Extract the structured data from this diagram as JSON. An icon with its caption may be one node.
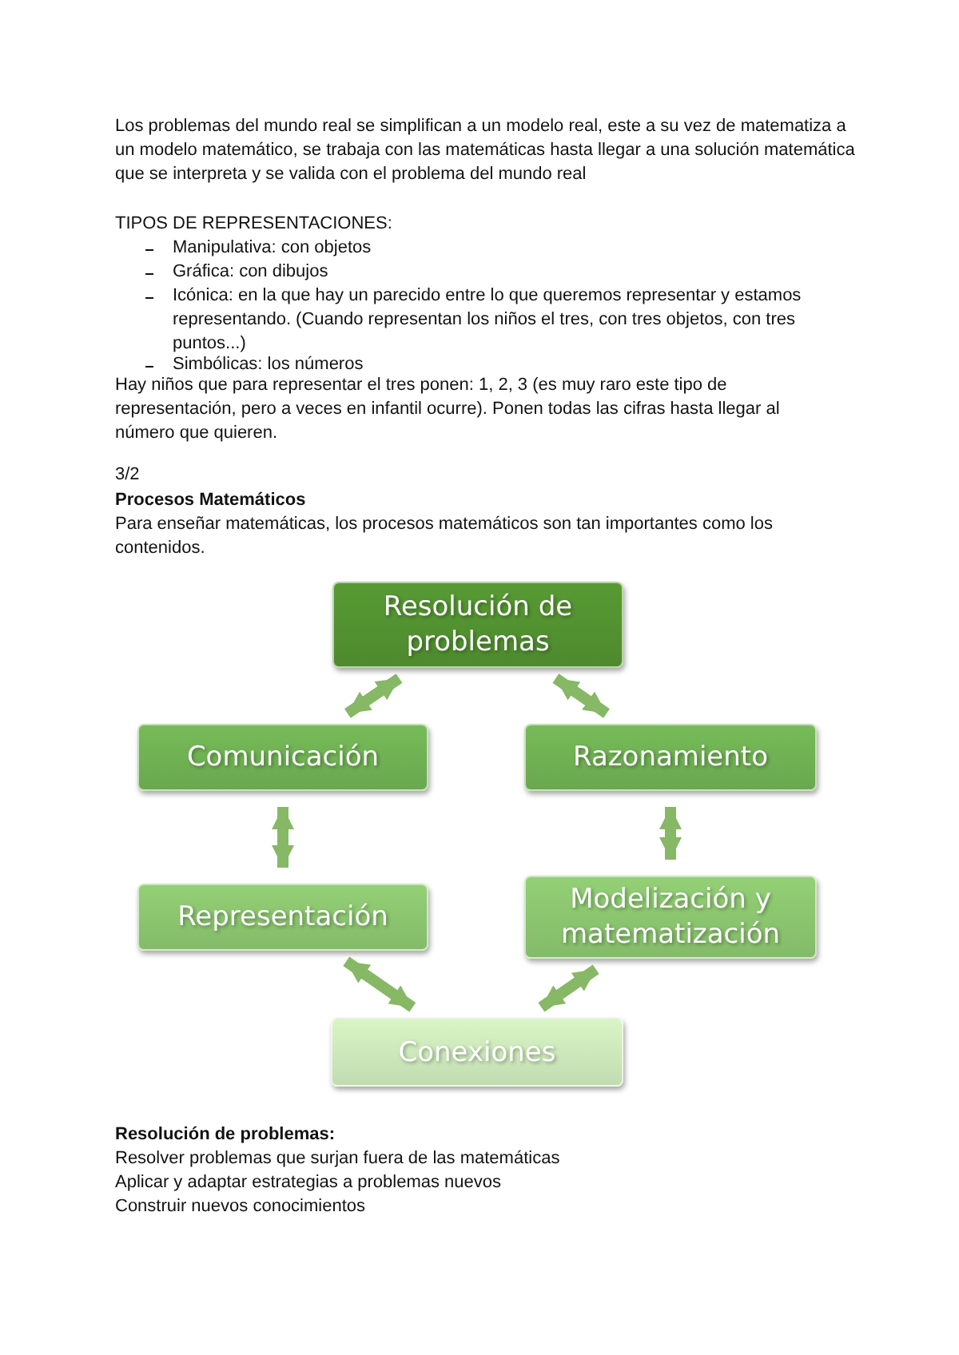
{
  "diagram": {
    "nodes": [
      {
        "text": [
          "Resolución de problemas"
        ]
      },
      {
        "text": [
          "Comunicación"
        ]
      },
      {
        "text": [
          "Razonamiento"
        ]
      },
      {
        "text": [
          "Representación"
        ]
      },
      {
        "text": [
          "Modelización y matematización"
        ]
      },
      {
        "text": [
          "Conexiones"
        ]
      }
    ],
    "edges": [
      {
        "from": 0,
        "to": 1,
        "arrow": "both"
      },
      {
        "from": 0,
        "to": 2,
        "arrow": "both"
      },
      {
        "from": 1,
        "to": 3,
        "arrow": "both"
      },
      {
        "from": 2,
        "to": 4,
        "arrow": "both"
      },
      {
        "from": 3,
        "to": 5,
        "arrow": "both"
      },
      {
        "from": 4,
        "to": 5,
        "arrow": "both"
      }
    ],
    "labels": [
      "Los problemas del mundo real se simplifican a un modelo real, este a su vez de matematiza a un modelo matemático, se trabaja con las matemáticas hasta llegar a una solución matemática que se interpreta y se valida con el problema del mundo real",
      "TIPOS DE REPRESENTACIONES:",
      "Manipulativa: con objetos",
      "Gráfica: con dibujos",
      "Icónica: en la que hay un parecido entre lo que queremos representar y estamos representando. (Cuando representan los niños el tres, con tres objetos, con tres puntos...)",
      "Simbólicas: los números",
      "Hay niños que para representar el tres ponen: 1, 2, 3 (es muy raro este tipo de representación, pero a veces en infantil ocurre). Ponen todas las cifras hasta llegar al número que quieren.",
      "3/2",
      "Procesos Matemáticos",
      "Para enseñar matemáticas, los procesos matemáticos son tan importantes como los contenidos.",
      "Resolución de problemas:",
      "Resolver problemas que surjan fuera de las matemáticas",
      "Aplicar y adaptar estrategias a problemas nuevos",
      "Construir nuevos conocimientos"
    ]
  }
}
